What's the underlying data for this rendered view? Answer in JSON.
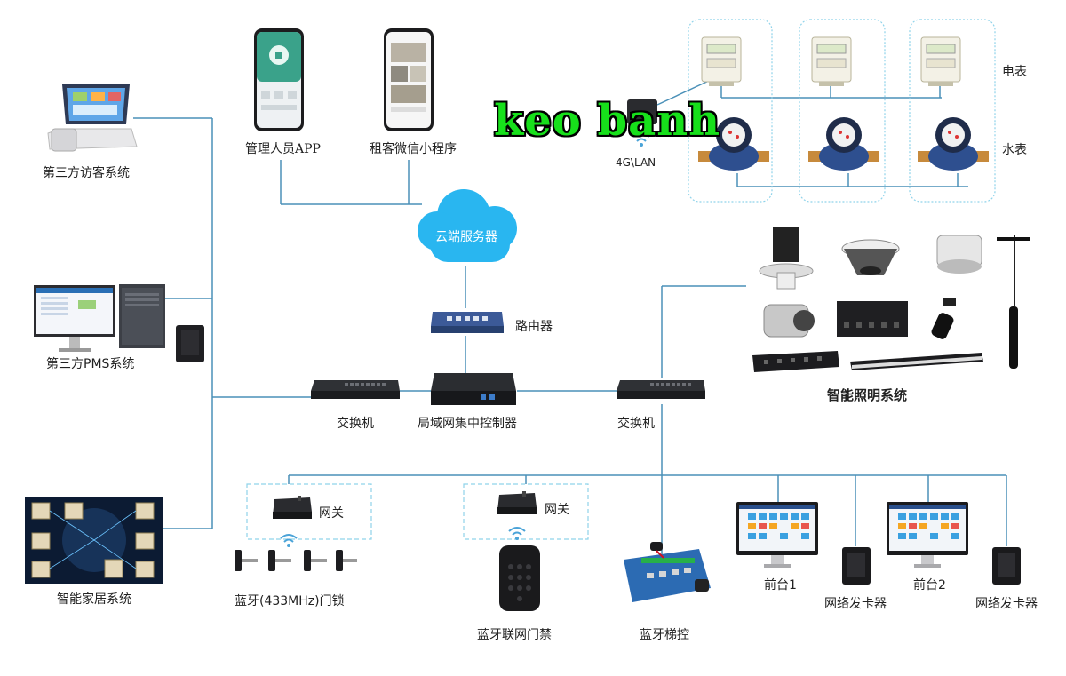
{
  "nodes": {
    "visitor_system": "第三方访客系统",
    "pms_system": "第三方PMS系统",
    "smart_home": "智能家居系统",
    "manager_app": "管理人员APP",
    "tenant_miniprogram": "租客微信小程序",
    "cloud_server": "云端服务器",
    "router": "路由器",
    "switch_left": "交换机",
    "lan_controller": "局域网集中控制器",
    "switch_right": "交换机",
    "lan_4g": "4G\\LAN",
    "electric_meter": "电表",
    "water_meter": "水表",
    "lighting_system": "智能照明系统",
    "gateway_1": "网关",
    "gateway_2": "网关",
    "bt_lock": "蓝牙(433MHz)门锁",
    "bt_access": "蓝牙联网门禁",
    "bt_elevator": "蓝牙梯控",
    "front_desk_1": "前台1",
    "front_desk_2": "前台2",
    "card_issuer_1": "网络发卡器",
    "card_issuer_2": "网络发卡器"
  },
  "watermark": "keo banh",
  "colors": {
    "wire": "#4a90b8",
    "cloud": "#29b6f0",
    "dashed_box": "#8fd3ea",
    "watermark": "#17e01b"
  }
}
